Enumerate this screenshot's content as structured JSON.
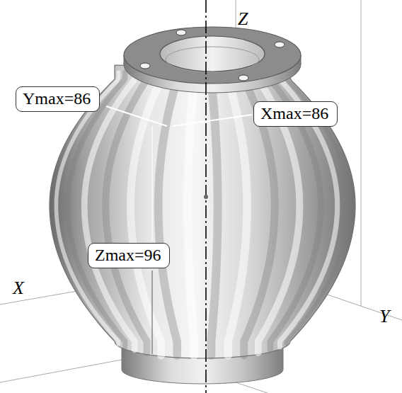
{
  "diagram": {
    "nodes": [
      {
        "text": [
          "Ymax=86"
        ]
      },
      {
        "text": [
          "Xmax=86"
        ]
      },
      {
        "text": [
          "Zmax=96"
        ]
      }
    ],
    "labels": [
      "Z",
      "X",
      "Y"
    ]
  }
}
